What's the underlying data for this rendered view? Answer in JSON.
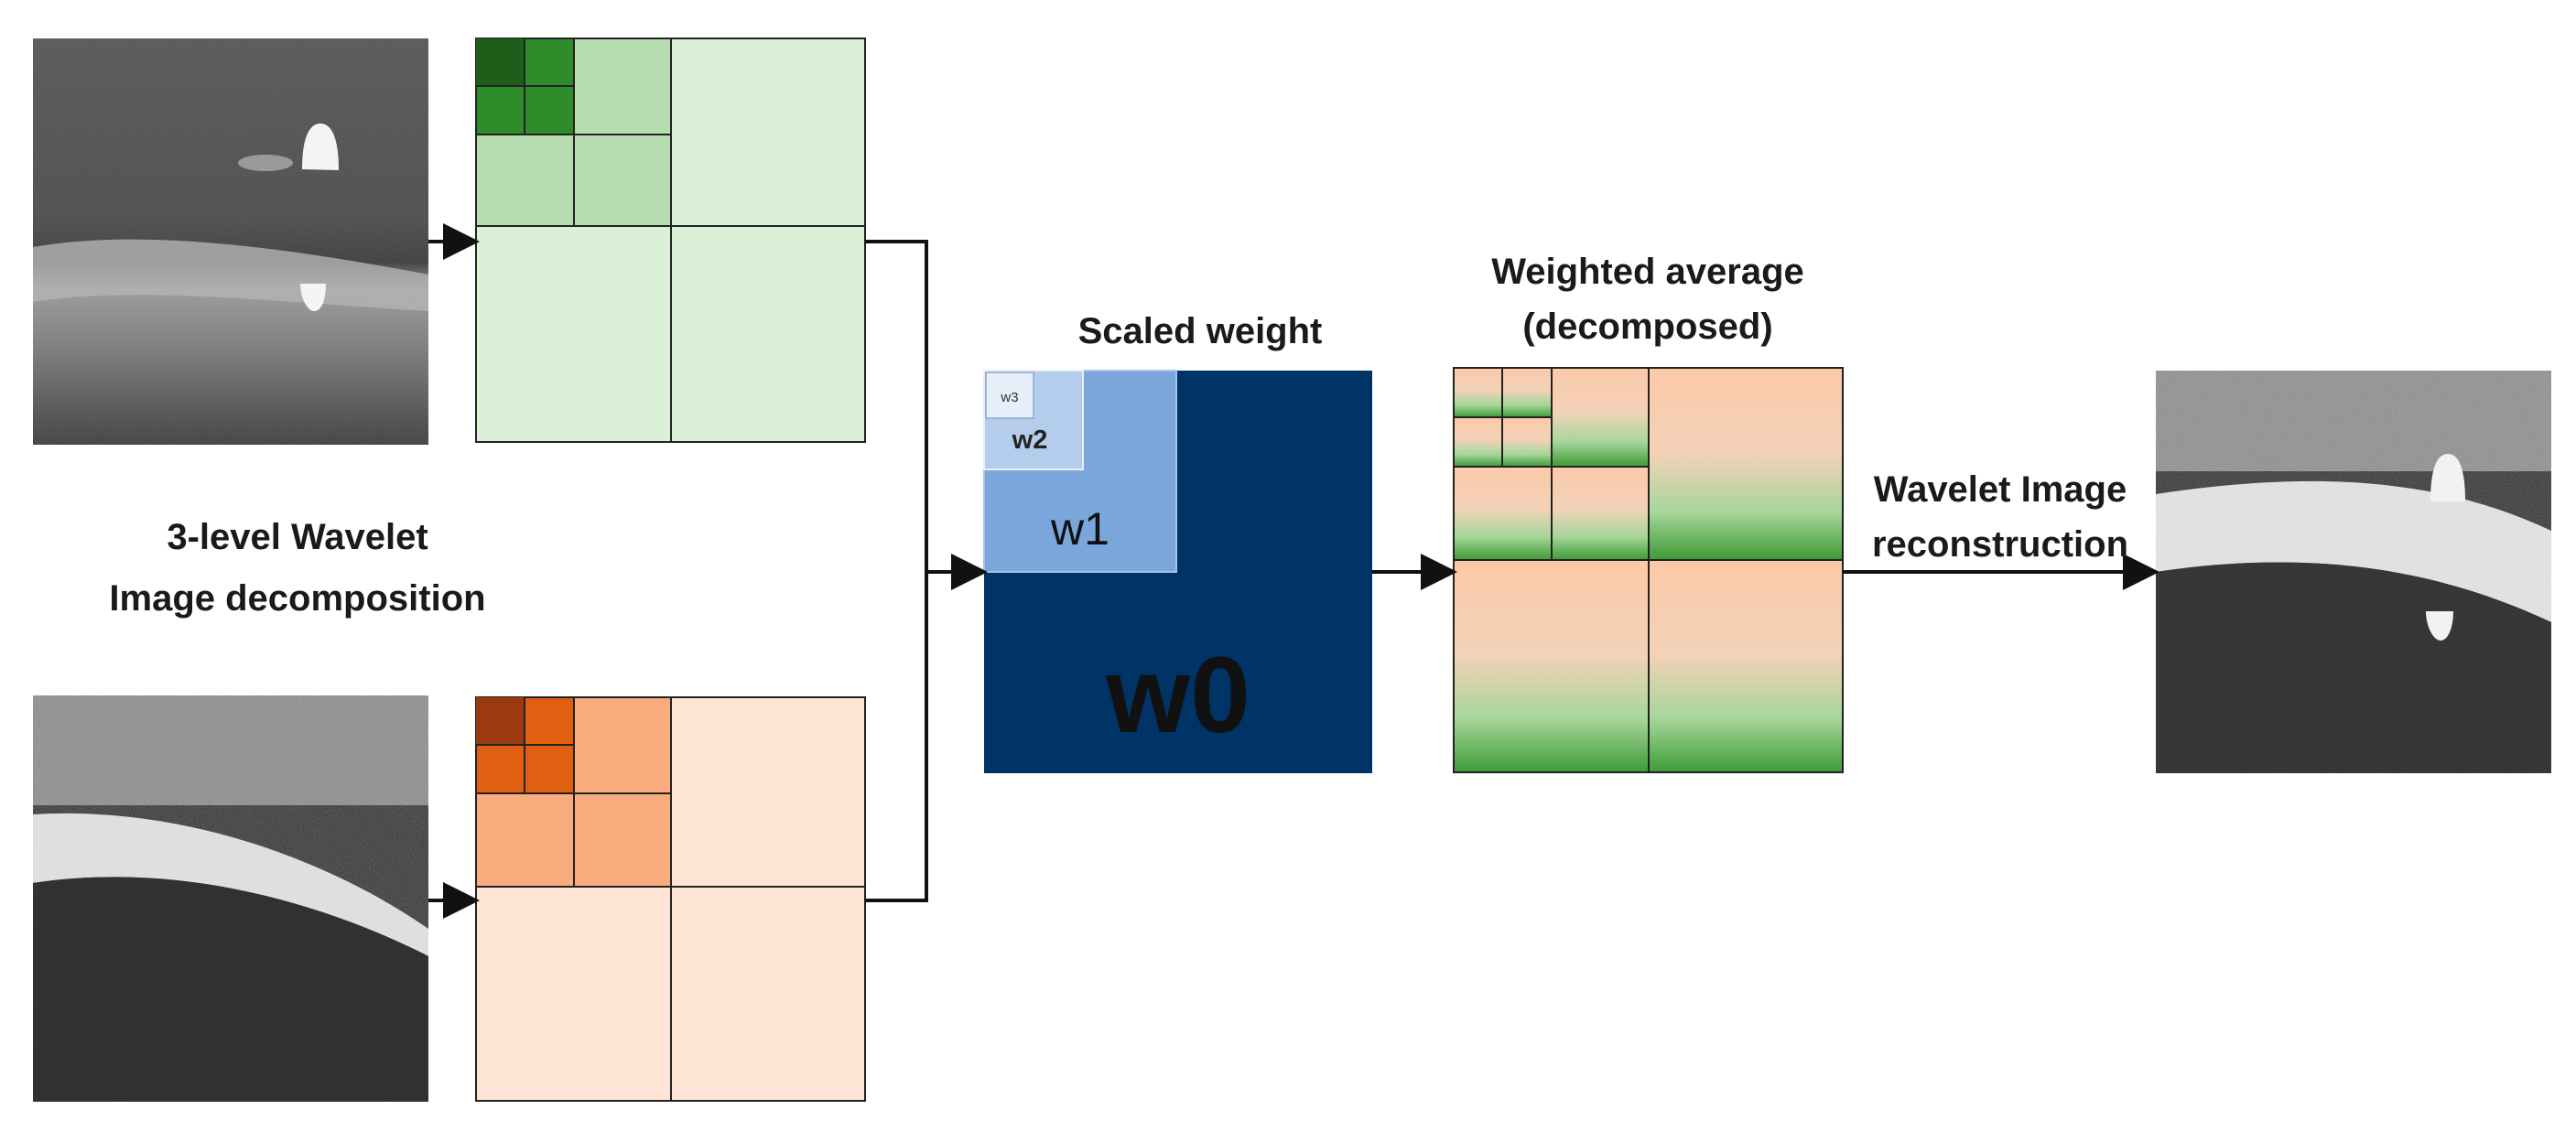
{
  "labels": {
    "decomposition_line1": "3-level Wavelet",
    "decomposition_line2": "Image decomposition",
    "scaled_weight": "Scaled weight",
    "weighted_avg_line1": "Weighted average",
    "weighted_avg_line2": "(decomposed)",
    "reconstruction_line1": "Wavelet Image",
    "reconstruction_line2": "reconstruction"
  },
  "weights": {
    "w0": "w0",
    "w1": "w1",
    "w2": "w2",
    "w3": "w3"
  },
  "colors": {
    "green_l3_dark": "#1f5e1a",
    "green_l3": "#2e8b2a",
    "green_l2": "#b6ddb0",
    "green_l1": "#dcf0d7",
    "orange_l3_dark": "#9a3a0e",
    "orange_l3": "#e05f10",
    "orange_l2": "#f9ad7e",
    "orange_l1": "#fde4d4",
    "w0": "#003366",
    "w1": "#7aa6dc",
    "w2": "#b5cdec",
    "w3": "#e6eef9",
    "grid_line": "#222222",
    "arrow": "#111111"
  },
  "icons": {
    "thermal_input": "thermal-image-icon",
    "visible_input": "visible-image-icon",
    "fused_output": "fused-image-icon"
  }
}
